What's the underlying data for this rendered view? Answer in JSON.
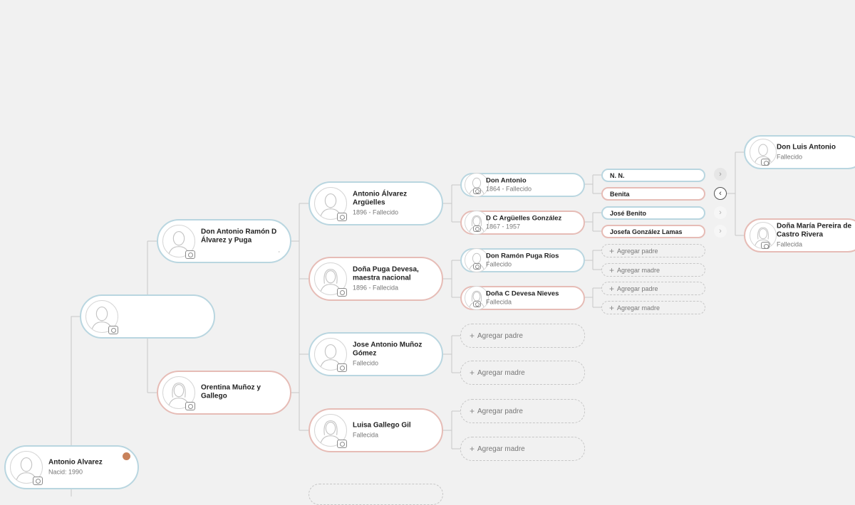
{
  "root": {
    "name": "Antonio Alvarez",
    "sub": "Nacid: 1990"
  },
  "parent_blank": {
    "name": "",
    "sub": ""
  },
  "father": {
    "name": "Don Antonio Ramón D Álvarez y Puga",
    "sub": "."
  },
  "mother": {
    "name": "Orentina Muñoz y Gallego",
    "sub": ""
  },
  "gf_pp": {
    "name": "Antonio Álvarez Argüelles",
    "sub": "1896 - Fallecido"
  },
  "gm_pp": {
    "name": "Doña Puga Devesa, maestra nacional",
    "sub": "1896 - Fallecida"
  },
  "gf_mm": {
    "name": "Jose Antonio Muñoz Gómez",
    "sub": "Fallecido"
  },
  "gm_mm": {
    "name": "Luisa Gallego Gil",
    "sub": "Fallecida"
  },
  "ggf1": {
    "name": "Don Antonio",
    "sub": "1864 - Fallecido"
  },
  "ggm1": {
    "name": "D C Argüelles González",
    "sub": "1867 - 1957"
  },
  "ggf2": {
    "name": "Don Ramón Puga Ríos",
    "sub": "Fallecido"
  },
  "ggm2": {
    "name": "Doña C Devesa Nieves",
    "sub": "Fallecida"
  },
  "pills": [
    "N. N.",
    "Benita",
    "José Benito",
    "Josefa González Lamas"
  ],
  "far_father": {
    "name": "Don Luis Antonio",
    "sub": "Fallecido"
  },
  "far_mother": {
    "name": "Doña María Pereira de Castro Rivera",
    "sub": "Fallecida"
  },
  "add_father": "Agregar padre",
  "add_mother": "Agregar madre",
  "arrows": {
    "right": "›",
    "left": "‹"
  },
  "colors": {
    "male_border": "#b9d6e0",
    "female_border": "#e6bcb6",
    "background": "#f1f1f1",
    "badge": "#c8825b"
  }
}
